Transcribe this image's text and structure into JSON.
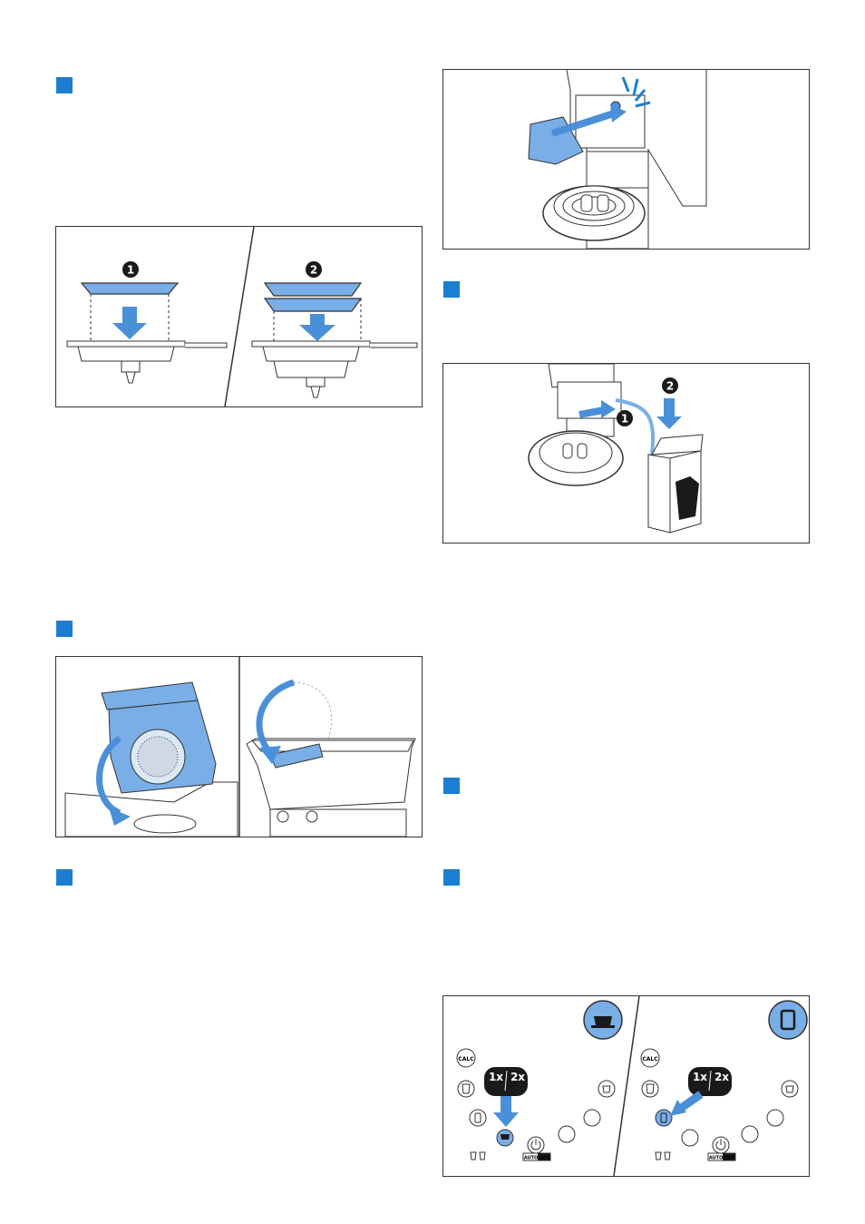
{
  "colors": {
    "step_marker": "#1a7fd0",
    "accent_blue": "#4a90d9",
    "light_blue": "#7aaee6",
    "outline": "#333333"
  },
  "figures": {
    "pads": {
      "callout_1": "1",
      "callout_2": "2"
    },
    "milk": {
      "callout_1": "1",
      "callout_2": "2"
    },
    "panel_left": {
      "calc_label": "CALC",
      "mult_1x": "1x",
      "mult_2x": "2x",
      "auto_off_label": "AUTO OFF"
    },
    "panel_right": {
      "calc_label": "CALC",
      "mult_1x": "1x",
      "mult_2x": "2x",
      "auto_off_label": "AUTO OFF"
    }
  }
}
